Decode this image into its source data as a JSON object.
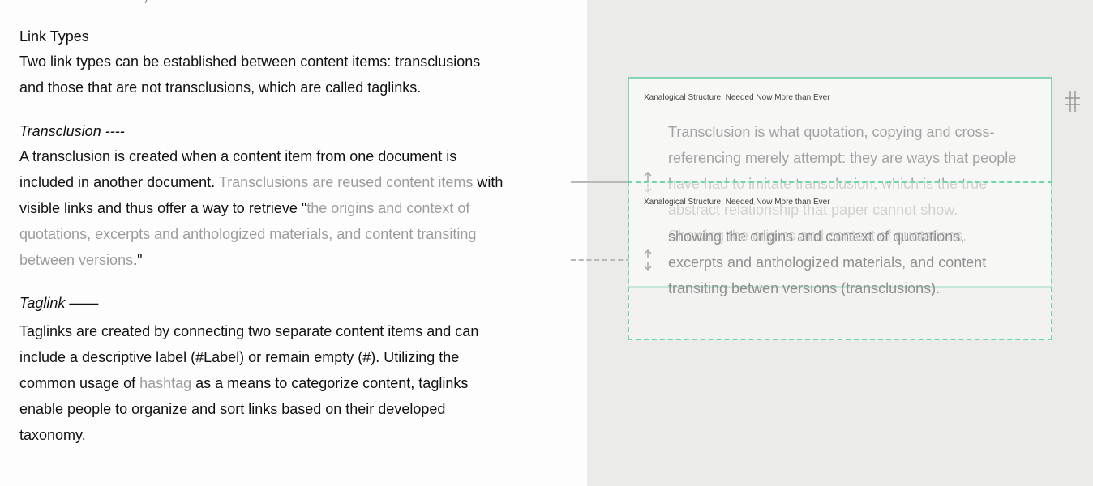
{
  "link_types": {
    "title": "Link Types",
    "intro": "Two link types can be established between content items: transclusions and those that are not transclusions, which are called taglinks."
  },
  "transclusion": {
    "heading": "Transclusion ----",
    "text_a": "A transclusion is created when a content item from one document is included in another document. ",
    "text_b_muted": "Transclusions are reused content items",
    "text_c": " with visible links and thus offer a way to retrieve \"",
    "text_d_muted": "the origins and context of quotations, excerpts and anthologized materials, and content transiting between versions",
    "text_e": ".\""
  },
  "taglink": {
    "heading": "Taglink ——",
    "text_a": "Taglinks are created by connecting two separate content items and can include a descriptive label (#Label) or remain empty (#). Utilizing the common usage of ",
    "text_b_muted": "hashtag",
    "text_c": " as a means to categorize content, taglinks enable people to organize and sort links based on their developed taxonomy."
  },
  "cards": {
    "solid": {
      "title": "Xanalogical Structure, Needed Now More than Ever",
      "body": "Transclusion is what quotation, copying and cross-referencing merely attempt: they are ways that people have had to imitate transclusion, which is the true abstract relationship that paper cannot show. Showing the origins and context of quotations."
    },
    "dashed": {
      "title": "Xanalogical Structure, Needed Now More than Ever",
      "body": "showing the origins and context of quotations, excerpts and anthologized materials, and content transiting betwen versions (transclusions)."
    }
  },
  "icons": {
    "hash": "hash-icon",
    "arrow": "up-down-arrow-icon"
  },
  "colors": {
    "accent_green": "#6fd6a6",
    "muted_text": "#9c9c9c",
    "right_panel_bg": "#ebebea"
  }
}
